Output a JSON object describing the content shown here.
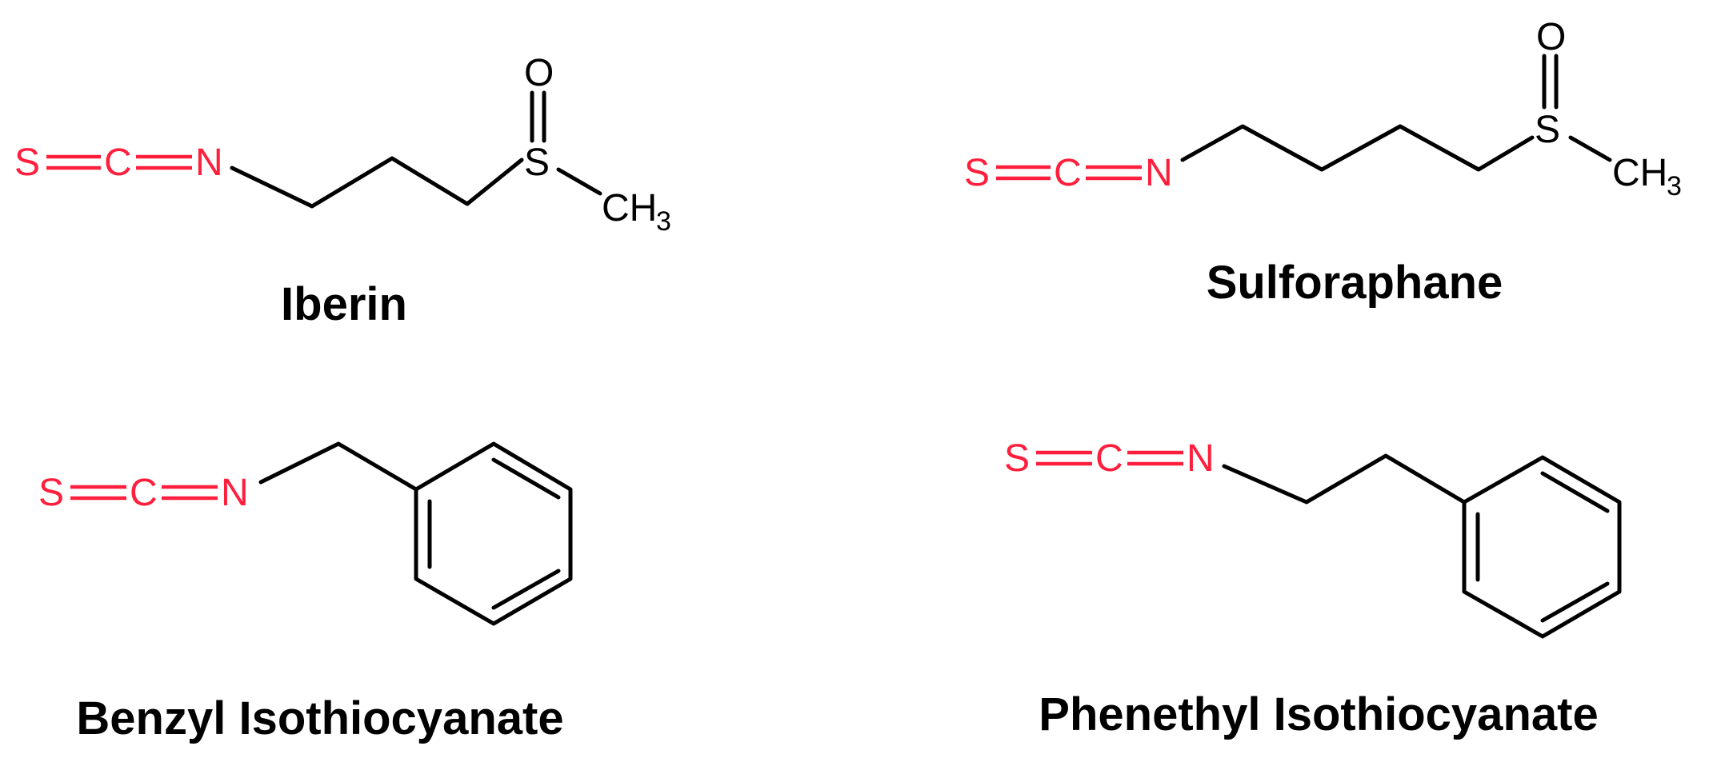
{
  "colors": {
    "heteroatom": "#ff1f3d",
    "bond": "#000000",
    "background": "#ffffff"
  },
  "atoms": {
    "s": "S",
    "c": "C",
    "n": "N",
    "o": "O",
    "ch": "CH",
    "three": "3"
  },
  "molecules": [
    {
      "name": "Iberin"
    },
    {
      "name": "Sulforaphane"
    },
    {
      "name": "Benzyl Isothiocyanate"
    },
    {
      "name": "Phenethyl Isothiocyanate"
    }
  ]
}
